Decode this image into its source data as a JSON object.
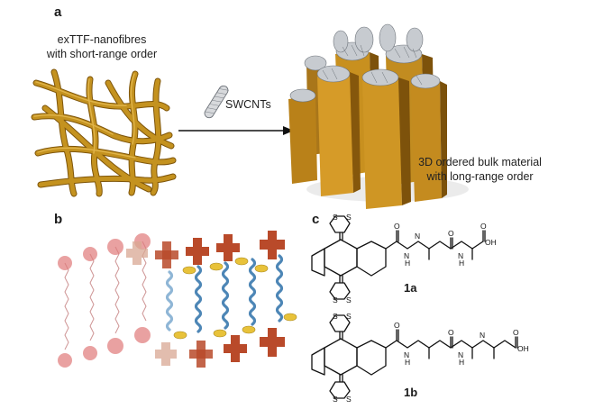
{
  "panel_a": {
    "letter": "a",
    "nanofibre_caption_line1": "exTTF-nanofibres",
    "nanofibre_caption_line2": "with short-range order",
    "arrow_label": "SWCNTs",
    "bulk_caption_line1": "3D ordered bulk material",
    "bulk_caption_line2": "with long-range order"
  },
  "panel_b": {
    "letter": "b"
  },
  "panel_c": {
    "letter": "c",
    "compound_1": "1a",
    "compound_2": "1b",
    "atoms": {
      "S": "S",
      "N": "N",
      "H": "H",
      "O": "O",
      "OH": "OH"
    }
  },
  "colors": {
    "fibre": "#b8861b",
    "fibre_dark": "#8a5e0c",
    "tube": "#c89024",
    "tube_dark": "#7b520d",
    "nanotube": "#9aa0a6",
    "helix": "#5f97c4",
    "block": "#b94a2a",
    "thiophene": "#e8c23a"
  }
}
